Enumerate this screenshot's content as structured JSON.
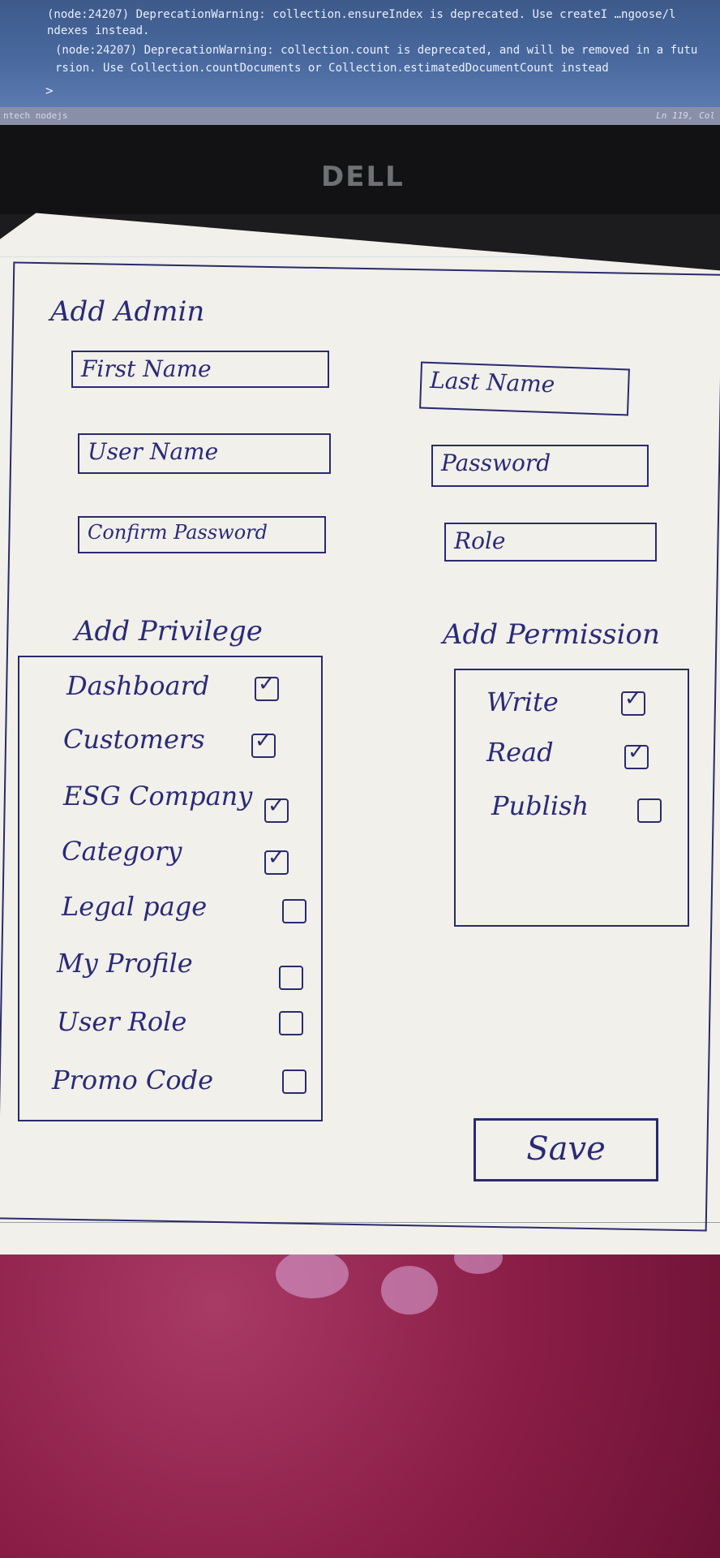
{
  "terminal": {
    "lines": [
      "(node:24207) DeprecationWarning: collection.ensureIndex is deprecated. Use createI …ngoose/l",
      "ndexes instead.",
      "(node:24207) DeprecationWarning: collection.count is deprecated, and will be removed in a futu",
      "rsion. Use Collection.countDocuments or Collection.estimatedDocumentCount instead"
    ],
    "prompt": ">",
    "status_left": "ntech nodejs",
    "status_right": "Ln 119, Col"
  },
  "laptop_brand": "DELL",
  "form": {
    "title": "Add Admin",
    "fields": {
      "first_name": "First Name",
      "last_name": "Last Name",
      "user_name": "User Name",
      "password": "Password",
      "confirm_password": "Confirm Password",
      "role": "Role"
    },
    "privilege_heading": "Add Privilege",
    "privileges": [
      {
        "label": "Dashboard",
        "checked": true
      },
      {
        "label": "Customers",
        "checked": true
      },
      {
        "label": "ESG Company",
        "checked": true
      },
      {
        "label": "Category",
        "checked": true
      },
      {
        "label": "Legal page",
        "checked": false
      },
      {
        "label": "My Profile",
        "checked": false
      },
      {
        "label": "User Role",
        "checked": false
      },
      {
        "label": "Promo Code",
        "checked": false
      }
    ],
    "permission_heading": "Add Permission",
    "permissions": [
      {
        "label": "Write",
        "checked": true
      },
      {
        "label": "Read",
        "checked": true
      },
      {
        "label": "Publish",
        "checked": false
      }
    ],
    "save_label": "Save"
  },
  "colors": {
    "ink": "#2a2a7a",
    "paper": "#f1f0ea",
    "terminal_bg": "#4a6aa0",
    "fabric": "#8a1d45"
  }
}
